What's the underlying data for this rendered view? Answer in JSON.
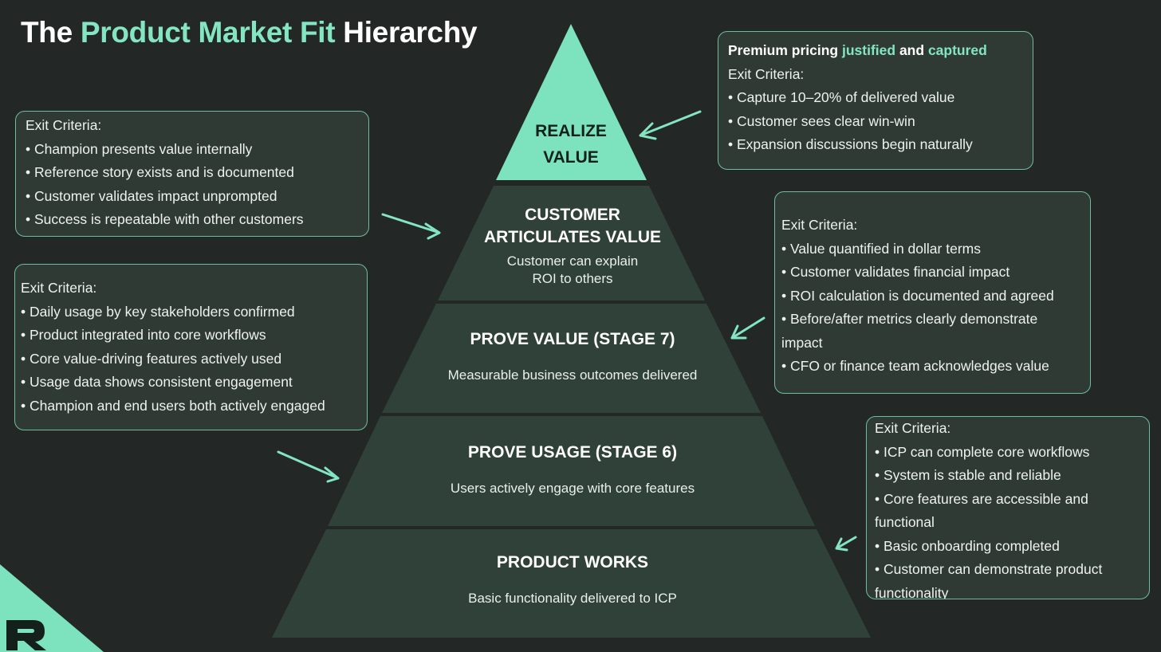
{
  "title": {
    "prefix": "The",
    "highlight": "Product Market Fit",
    "suffix": "Hierarchy"
  },
  "colors": {
    "accent": "#84e5c2",
    "tier_fill": "#2f4139",
    "top_fill": "#7de3bf",
    "background": "#232826",
    "border": "#6fbda1"
  },
  "tiers": [
    {
      "name": "REALIZE\nVALUE",
      "description": ""
    },
    {
      "name": "CUSTOMER\nARTICULATES VALUE",
      "description": "Customer can explain\nROI to others"
    },
    {
      "name": "PROVE VALUE (STAGE 7)",
      "description": "Measurable business outcomes delivered"
    },
    {
      "name": "PROVE USAGE (STAGE 6)",
      "description": "Users actively engage with core features"
    },
    {
      "name": "PRODUCT WORKS",
      "description": "Basic functionality delivered to ICP"
    }
  ],
  "boxes": {
    "realize_value": {
      "heading": {
        "part1": "Premium pricing",
        "hl1": "justified",
        "part2": "and",
        "hl2": "captured"
      },
      "label": "Exit Criteria:",
      "items": [
        "Capture 10–20% of delivered value",
        "Customer sees clear win-win",
        "Expansion discussions begin naturally"
      ]
    },
    "customer_articulates": {
      "label": "Exit Criteria:",
      "items": [
        "Champion presents value internally",
        "Reference story exists and is documented",
        "Customer validates impact unprompted",
        "Success is repeatable with other customers"
      ]
    },
    "prove_value": {
      "label": "Exit Criteria:",
      "items": [
        "Value quantified in dollar terms",
        "Customer validates financial impact",
        "ROI calculation is documented and agreed",
        "Before/after metrics clearly demonstrate impact",
        "CFO or finance team acknowledges value"
      ]
    },
    "prove_usage": {
      "label": "Exit Criteria:",
      "items": [
        "Daily usage by key stakeholders confirmed",
        "Product integrated into core workflows",
        "Core value-driving features actively used",
        "Usage data shows consistent engagement",
        "Champion and end users both actively engaged"
      ]
    },
    "product_works": {
      "label": "Exit Criteria:",
      "items": [
        "ICP can complete core workflows",
        "System is stable and reliable",
        "Core features are accessible and functional",
        "Basic onboarding completed",
        "Customer can demonstrate product functionality"
      ]
    }
  }
}
